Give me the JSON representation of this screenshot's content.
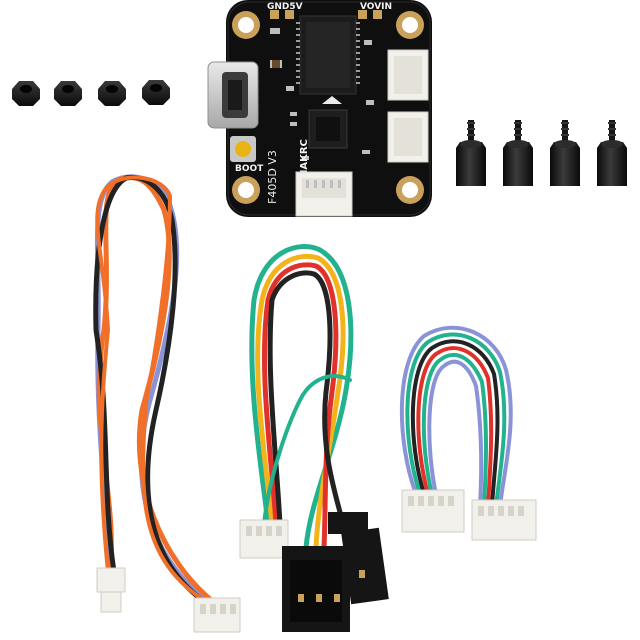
{
  "product": {
    "board_silkscreen": {
      "gnd_5v": "GND5V",
      "vo_vin": "VOVIN",
      "boot": "BOOT",
      "model": "F405D V3",
      "brand": "HAKRC"
    }
  },
  "colors": {
    "background": "#ffffff",
    "pcb": "#111111",
    "pad_gold": "#c9a15a",
    "connector_white": "#f1f0ea",
    "hardware_black": "#1a1a1a",
    "wire_orange": "#f0702a",
    "wire_blue": "#8b93d8",
    "wire_black": "#222222",
    "wire_green": "#23b28e",
    "wire_yellow": "#f2b31c",
    "wire_red": "#e0322a"
  },
  "parts": {
    "hex_nuts": 4,
    "standoffs": 4,
    "cables": 3
  }
}
